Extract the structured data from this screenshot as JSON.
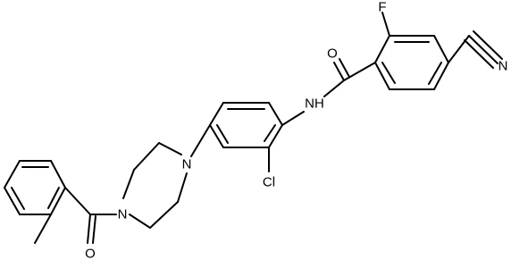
{
  "molecule": {
    "atom_labels": {
      "fluorine": "F",
      "oxygen_amide": "O",
      "nitrogen_nitrile": "N",
      "amide_nh": "NH",
      "nitrogen_piperazine_aryl": "N",
      "nitrogen_piperazine_acyl": "N",
      "chlorine": "Cl",
      "oxygen_ketone": "O"
    }
  }
}
